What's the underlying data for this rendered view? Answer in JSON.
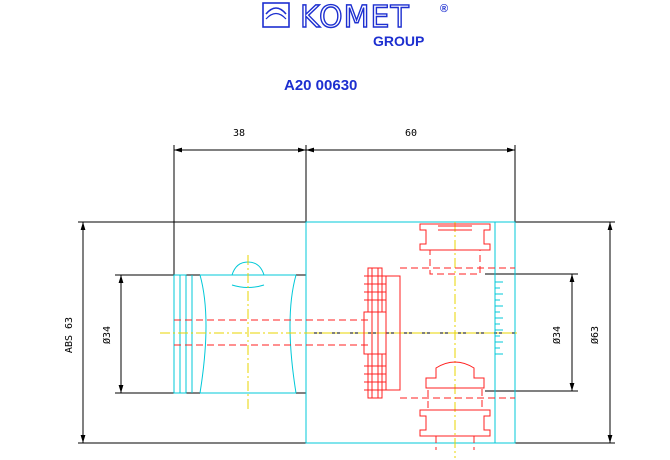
{
  "brand": {
    "name": "KOMET",
    "registered": "®",
    "subline": "GROUP",
    "color": "#1d2fd0"
  },
  "part_number": "A20 00630",
  "dimensions": {
    "width_left": "38",
    "width_right": "60",
    "height_total": "ABS 63",
    "dia_left": "Ø34",
    "dia_right_inner": "Ø34",
    "dia_right_outer": "Ø63"
  },
  "colors": {
    "outline": "#000000",
    "shank": "#00c8d8",
    "hidden": "#ff2020",
    "centerline": "#e8d400"
  }
}
